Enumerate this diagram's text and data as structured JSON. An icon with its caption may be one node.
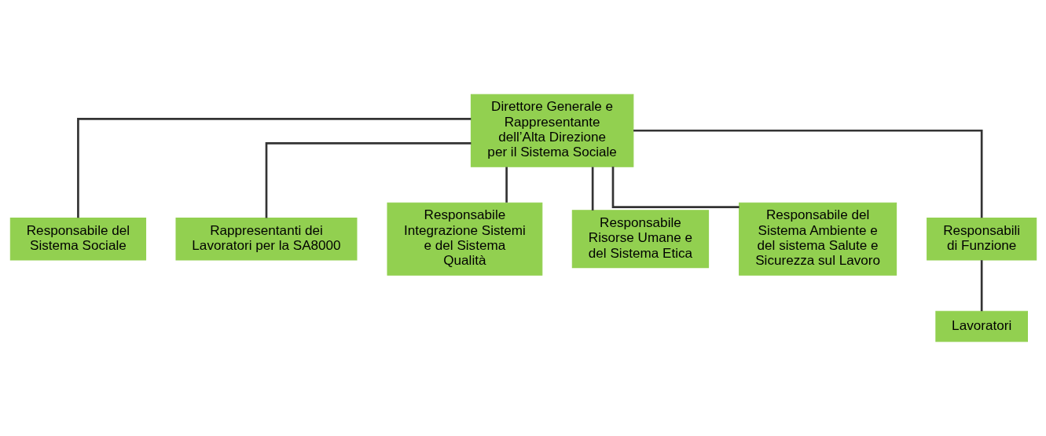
{
  "diagram": {
    "nodes": [
      {
        "text": [
          "Direttore Generale e Rappresentante dell’Alta Direzione per il Sistema Sociale"
        ]
      },
      {
        "text": [
          "Responsabile del Sistema Sociale"
        ]
      },
      {
        "text": [
          "Rappresentanti dei Lavoratori per la SA8000"
        ]
      },
      {
        "text": [
          "Responsabile Integrazione Sistemi e del Sistema Qualità"
        ]
      },
      {
        "text": [
          "Responsabile Risorse Umane e del Sistema Etica"
        ]
      },
      {
        "text": [
          "Responsabile del Sistema Ambiente e del sistema Salute e Sicurezza sul Lavoro"
        ]
      },
      {
        "text": [
          "Responsabili di Funzione"
        ]
      },
      {
        "text": [
          "Lavoratori"
        ]
      }
    ],
    "edges": [
      {
        "from": 0,
        "to": 1,
        "arrow": "none"
      },
      {
        "from": 0,
        "to": 2,
        "arrow": "none"
      },
      {
        "from": 0,
        "to": 3,
        "arrow": "none"
      },
      {
        "from": 0,
        "to": 4,
        "arrow": "none"
      },
      {
        "from": 0,
        "to": 5,
        "arrow": "none"
      },
      {
        "from": 0,
        "to": 6,
        "arrow": "none"
      },
      {
        "from": 6,
        "to": 7,
        "arrow": "none"
      }
    ]
  }
}
